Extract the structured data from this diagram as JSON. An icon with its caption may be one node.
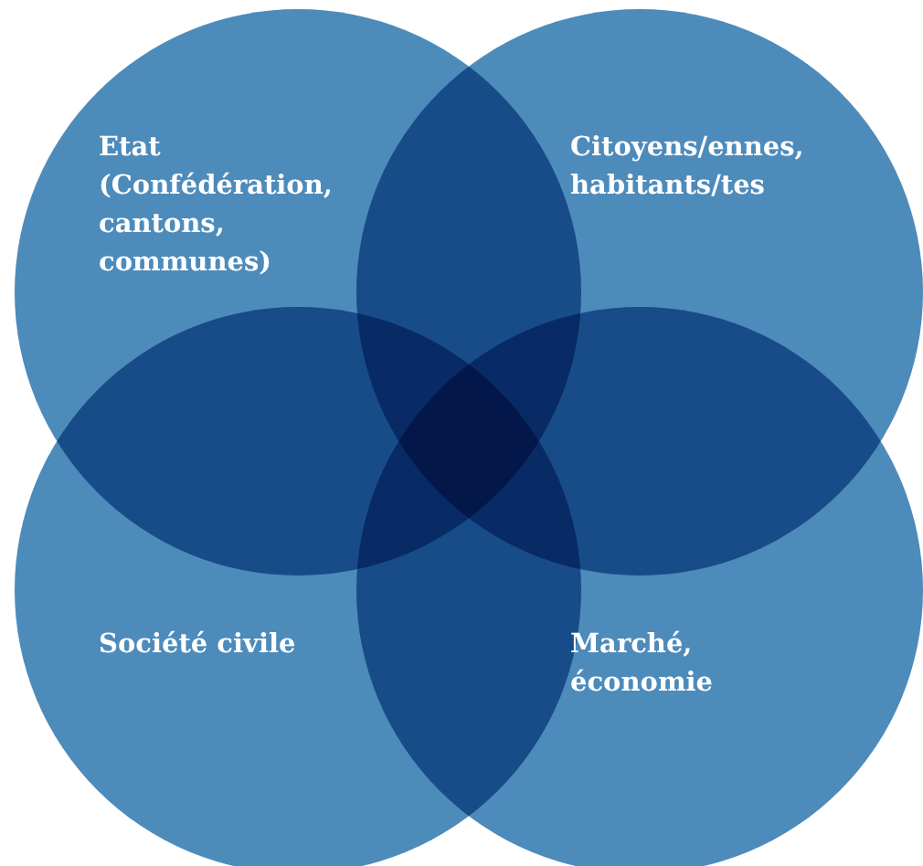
{
  "diagram": {
    "nodes": [
      {
        "text": [
          "Etat (Confédération, cantons, communes)"
        ]
      },
      {
        "text": [
          "Citoyens/ennes, habitants/tes"
        ]
      },
      {
        "text": [
          "Société civile"
        ]
      },
      {
        "text": [
          "Marché, économie"
        ]
      }
    ]
  }
}
